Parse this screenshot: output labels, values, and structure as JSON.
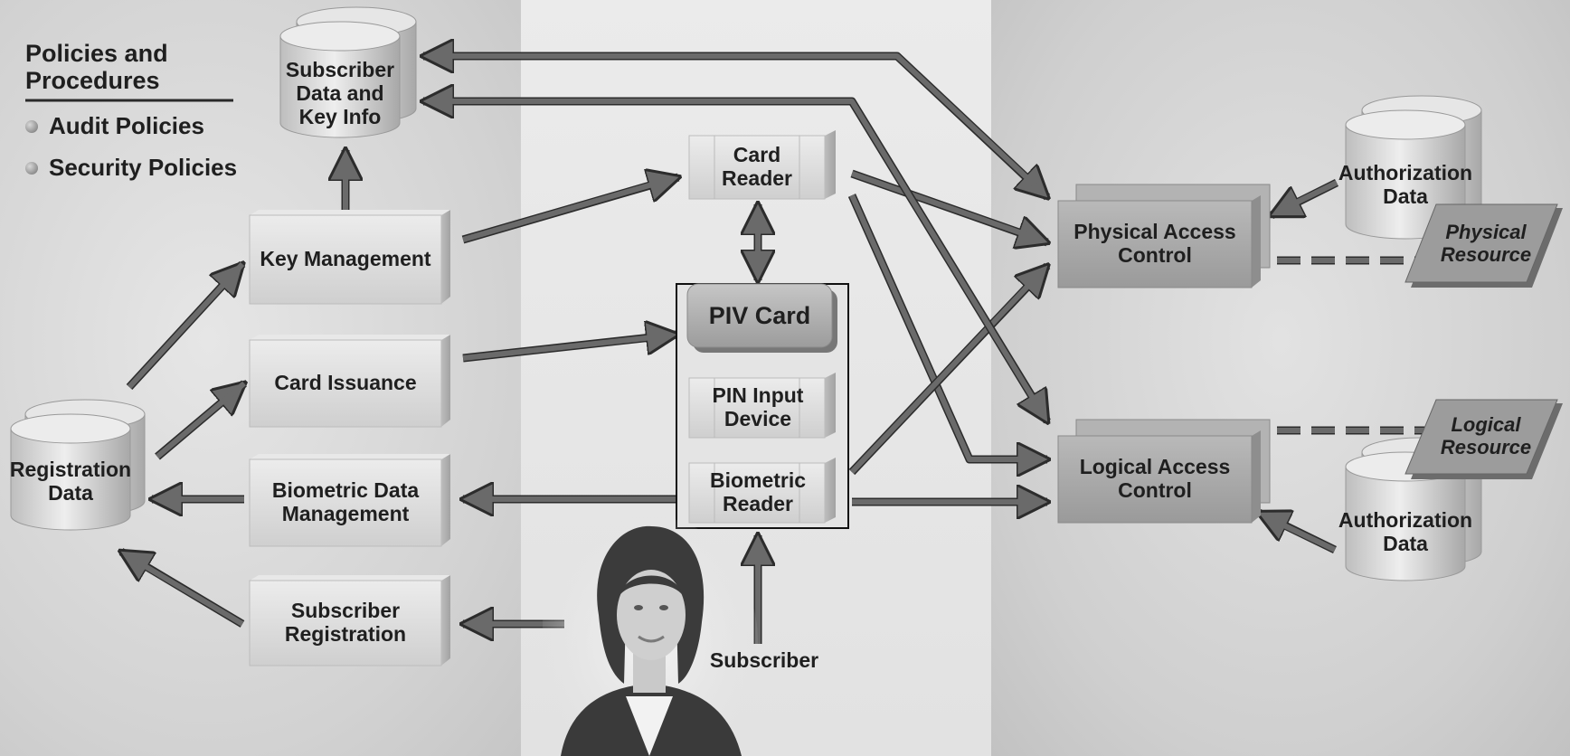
{
  "policies": {
    "title": "Policies and Procedures",
    "items": [
      "Audit Policies",
      "Security Policies"
    ]
  },
  "nodes": {
    "subscriber_data": "Subscriber Data and Key Info",
    "registration_data": "Registration Data",
    "key_management": "Key Management",
    "card_issuance": "Card Issuance",
    "biometric_data_management": "Biometric Data Management",
    "subscriber_registration": "Subscriber Registration",
    "card_reader": "Card Reader",
    "piv_card": "PIV Card",
    "pin_input_device": "PIN Input Device",
    "biometric_reader": "Biometric Reader",
    "subscriber": "Subscriber",
    "physical_access_control": "Physical Access Control",
    "logical_access_control": "Logical Access Control",
    "authorization_data_top": "Authorization Data",
    "authorization_data_bottom": "Authorization Data",
    "physical_resource": "Physical Resource",
    "logical_resource": "Logical Resource"
  },
  "colors": {
    "arrow": "#6a6a6a",
    "arrow_outline": "#2c2c2c",
    "box_face": "#dcdcdc",
    "access_box_face": "#a9a9a9",
    "text": "#1f1f1f"
  }
}
